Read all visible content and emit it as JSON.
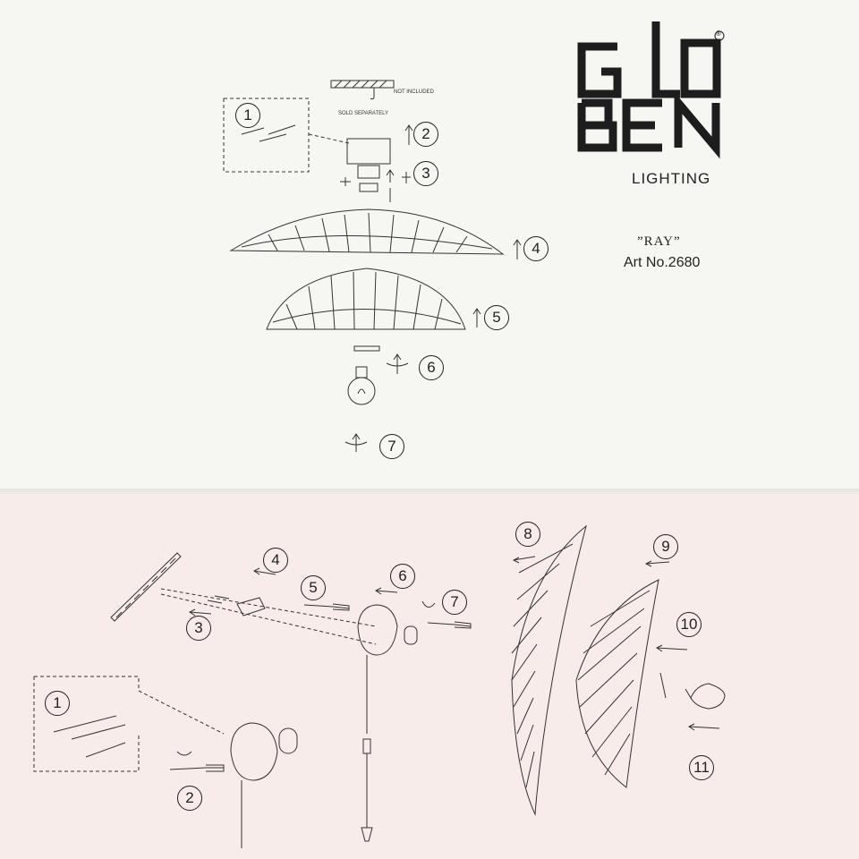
{
  "brand": {
    "logo_letters": "GLOBEN",
    "sub": "LIGHTING",
    "registered": "®"
  },
  "product": {
    "name": "”RAY”",
    "art_no": "Art No.2680"
  },
  "notes": {
    "not_included": "NOT INCLUDED",
    "sold_separately": "SOLD SEPARATELY"
  },
  "ceiling_steps": [
    "1",
    "2",
    "3",
    "4",
    "5",
    "6",
    "7"
  ],
  "wall_steps": [
    "1",
    "2",
    "3",
    "4",
    "5",
    "6",
    "7",
    "8",
    "9",
    "10",
    "11"
  ]
}
